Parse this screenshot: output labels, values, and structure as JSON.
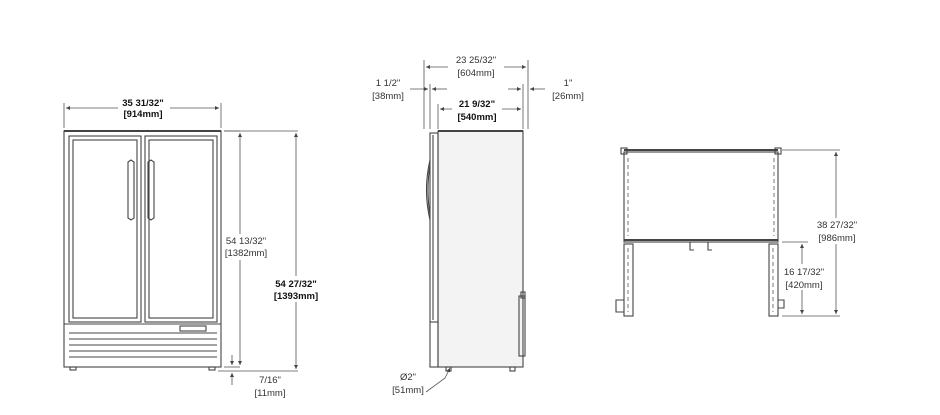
{
  "front_view": {
    "width_in": "35 31/32\"",
    "width_mm": "[914mm]",
    "cabinet_height_in": "54 13/32\"",
    "cabinet_height_mm": "[1382mm]",
    "overall_height_in": "54 27/32\"",
    "overall_height_mm": "[1393mm]",
    "foot_in": "7/16\"",
    "foot_mm": "[11mm]"
  },
  "side_view": {
    "overall_depth_in": "23 25/32\"",
    "overall_depth_mm": "[604mm]",
    "door_offset_in": "1 1/2\"",
    "door_offset_mm": "[38mm]",
    "cabinet_depth_in": "21 9/32\"",
    "cabinet_depth_mm": "[540mm]",
    "rear_offset_in": "1\"",
    "rear_offset_mm": "[26mm]",
    "drain_in": "Ø2\"",
    "drain_mm": "[51mm]"
  },
  "top_view": {
    "open_door_depth_in": "38 27/32\"",
    "open_door_depth_mm": "[986mm]",
    "cabinet_in": "16 17/32\"",
    "cabinet_mm": "[420mm]"
  },
  "colors": {
    "line": "#444444",
    "text": "#333333"
  }
}
